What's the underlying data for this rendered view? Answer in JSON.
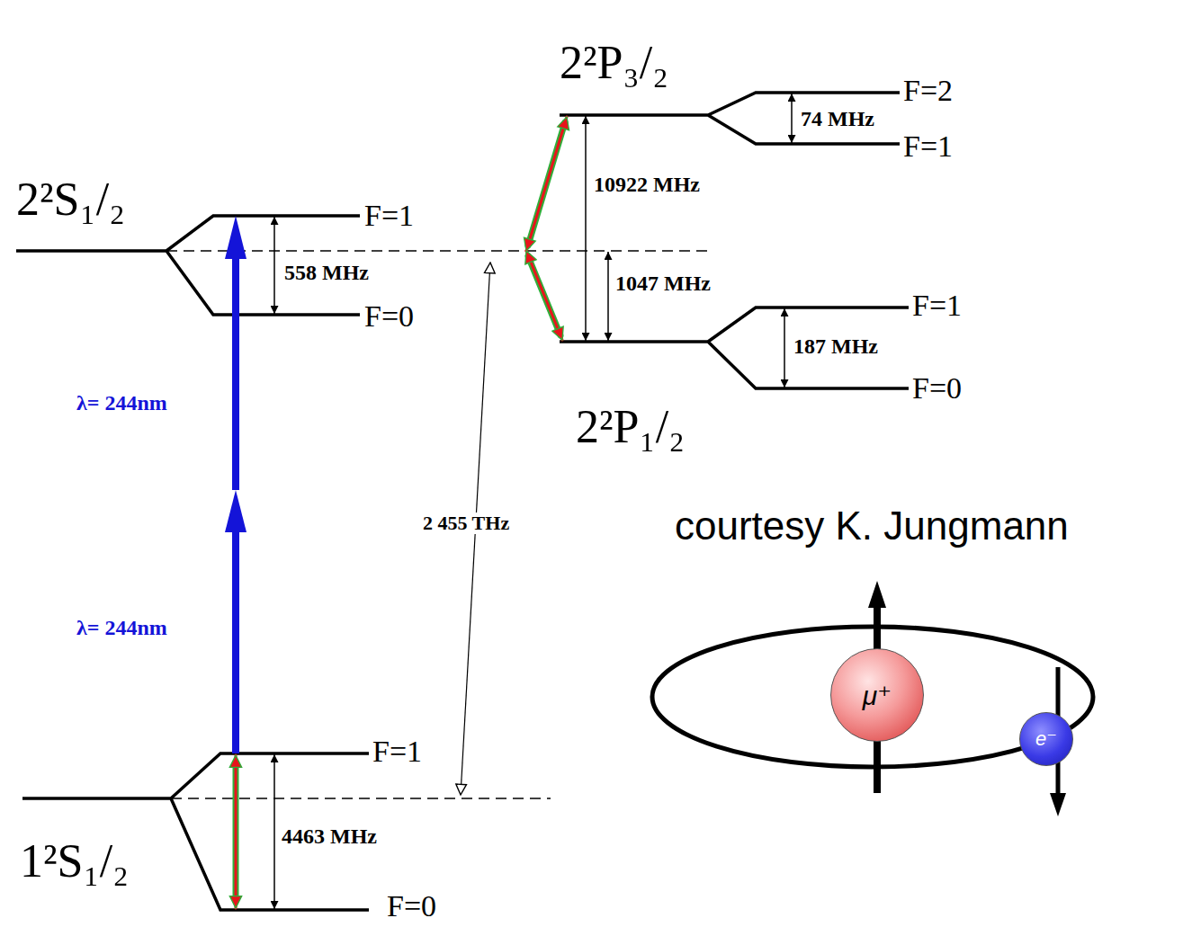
{
  "diagram": {
    "nodes": [
      {
        "text": [
          "μ⁺"
        ]
      },
      {
        "text": [
          "e⁻"
        ]
      }
    ],
    "labels": [
      "2²S₁/₂",
      "F=1",
      "558 MHz",
      "F=0",
      "λ= 244nm",
      "λ= 244nm",
      "2 455 THz",
      "1²S₁/₂",
      "F=1",
      "4463 MHz",
      "F=0",
      "2²P₃/₂",
      "F=2",
      "74 MHz",
      "F=1",
      "10922 MHz",
      "1047 MHz",
      "F=1",
      "187 MHz",
      "F=0",
      "2²P₁/₂",
      "courtesy K. Jungmann"
    ]
  }
}
